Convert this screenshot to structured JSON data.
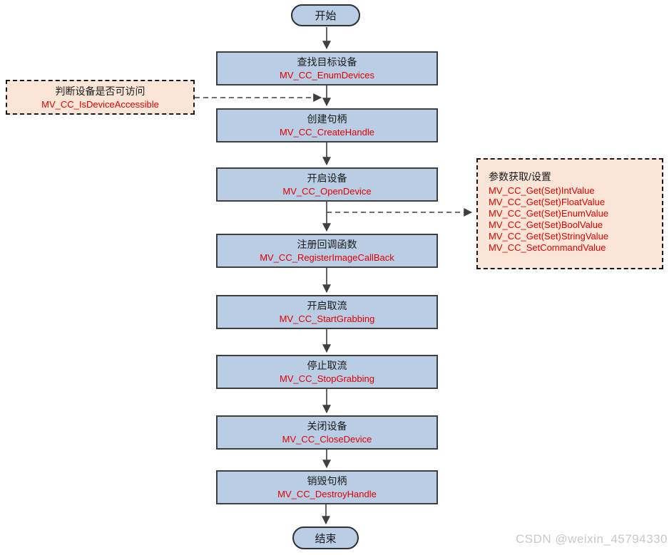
{
  "flow": {
    "start_label": "开始",
    "end_label": "结束",
    "steps": [
      {
        "title": "查找目标设备",
        "fn": "MV_CC_EnumDevices"
      },
      {
        "title": "创建句柄",
        "fn": "MV_CC_CreateHandle"
      },
      {
        "title": "开启设备",
        "fn": "MV_CC_OpenDevice"
      },
      {
        "title": "注册回调函数",
        "fn": "MV_CC_RegisterImageCallBack"
      },
      {
        "title": "开启取流",
        "fn": "MV_CC_StartGrabbing"
      },
      {
        "title": "停止取流",
        "fn": "MV_CC_StopGrabbing"
      },
      {
        "title": "关闭设备",
        "fn": "MV_CC_CloseDevice"
      },
      {
        "title": "销毁句柄",
        "fn": "MV_CC_DestroyHandle"
      }
    ],
    "annotations": {
      "left": {
        "title": "判断设备是否可访问",
        "fn": "MV_CC_IsDeviceAccessible"
      },
      "right": {
        "title": "参数获取/设置",
        "fns": [
          "MV_CC_Get(Set)IntValue",
          "MV_CC_Get(Set)FloatValue",
          "MV_CC_Get(Set)EnumValue",
          "MV_CC_Get(Set)BoolValue",
          "MV_CC_Get(Set)StringValue",
          "MV_CC_SetCommandValue"
        ]
      }
    }
  },
  "watermark": "CSDN @weixin_45794330",
  "colors": {
    "node_fill": "#b9cde4",
    "annotation_fill": "#fbe5d6",
    "function_text": "#e50000",
    "connector": "#3f3f3f"
  }
}
